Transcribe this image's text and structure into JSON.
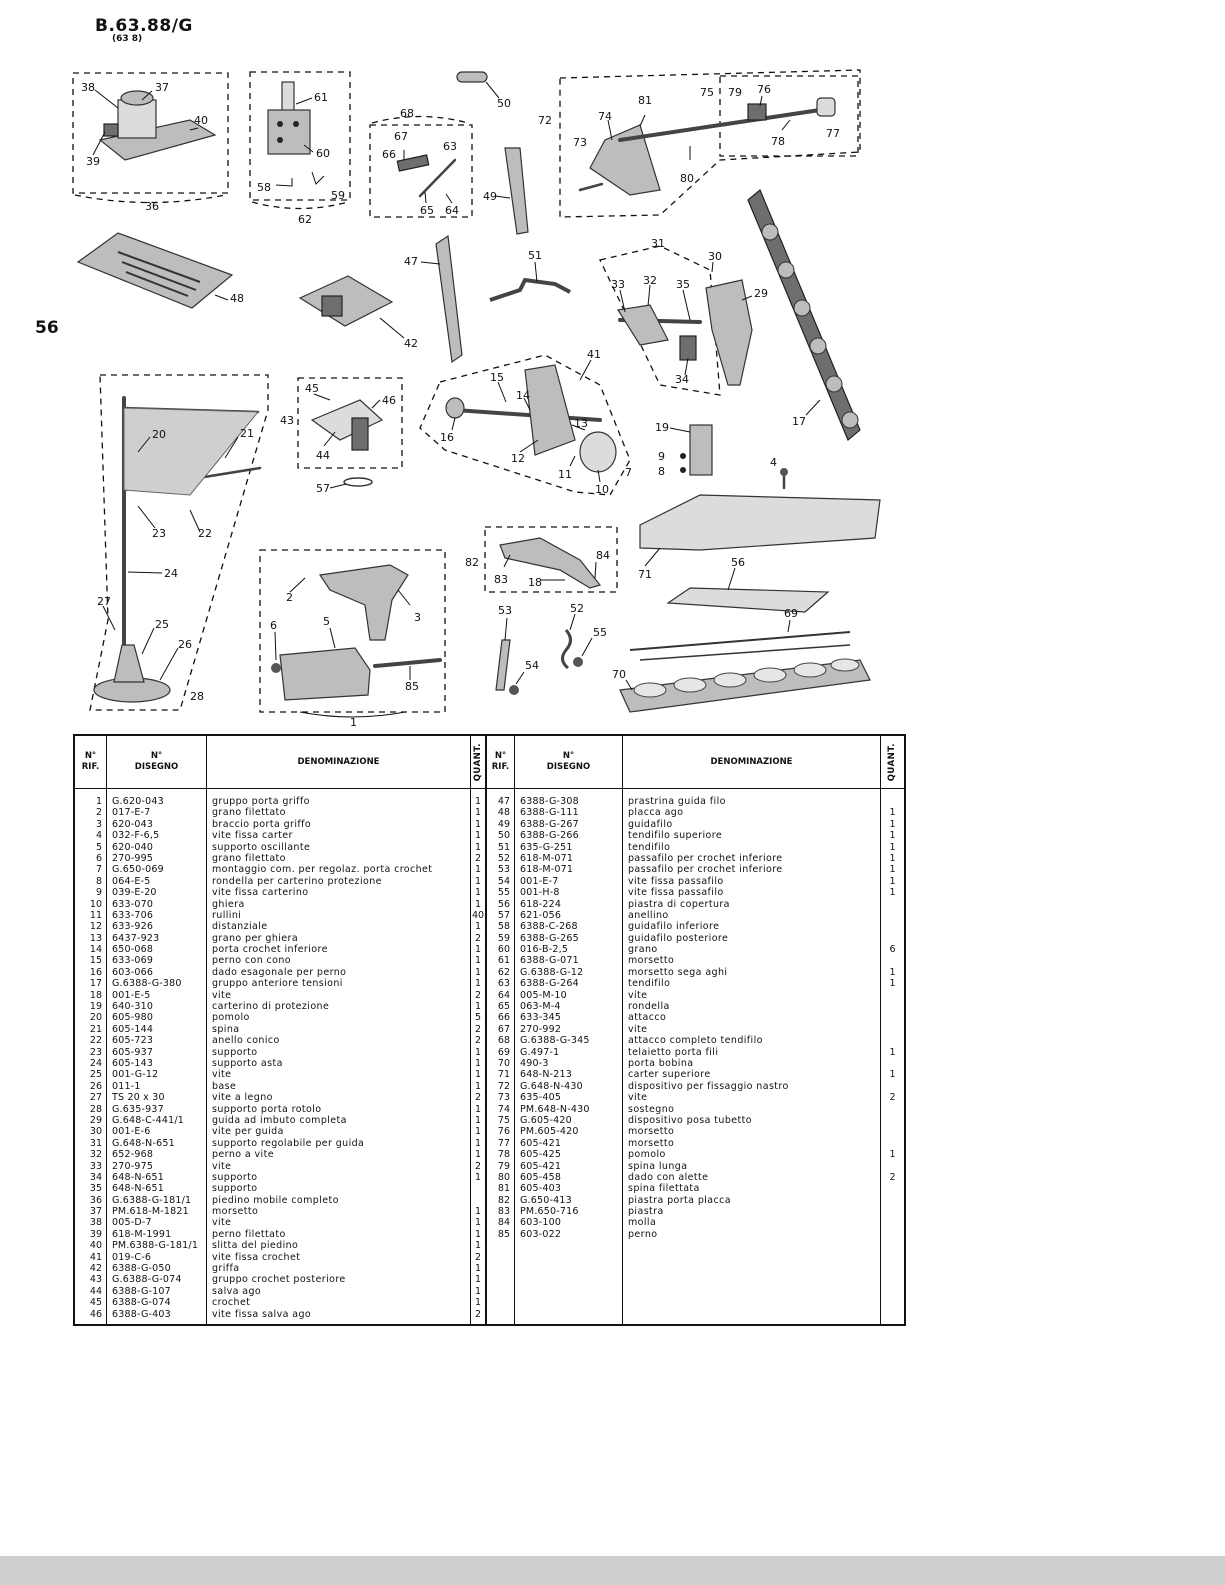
{
  "header": {
    "code": "B.63.88/G",
    "sub": "(63 8)"
  },
  "page_number": "56",
  "callouts": {
    "c1": "1",
    "c2": "2",
    "c3": "3",
    "c4": "4",
    "c5": "5",
    "c6": "6",
    "c7": "7",
    "c8": "8",
    "c9": "9",
    "c10": "10",
    "c11": "11",
    "c12": "12",
    "c13": "13",
    "c14": "14",
    "c15": "15",
    "c16": "16",
    "c17": "17",
    "c18": "18",
    "c19": "19",
    "c20": "20",
    "c21": "21",
    "c22": "22",
    "c23": "23",
    "c24": "24",
    "c25": "25",
    "c26": "26",
    "c27": "27",
    "c28": "28",
    "c29": "29",
    "c30": "30",
    "c31": "31",
    "c32": "32",
    "c33": "33",
    "c34": "34",
    "c35": "35",
    "c36": "36",
    "c37": "37",
    "c38": "38",
    "c39": "39",
    "c40": "40",
    "c41": "41",
    "c42": "42",
    "c43": "43",
    "c44": "44",
    "c45": "45",
    "c46": "46",
    "c47": "47",
    "c48": "48",
    "c49": "49",
    "c50": "50",
    "c51": "51",
    "c52": "52",
    "c53": "53",
    "c54": "54",
    "c55": "55",
    "c56": "56",
    "c57": "57",
    "c58": "58",
    "c59": "59",
    "c60": "60",
    "c61": "61",
    "c62": "62",
    "c63": "63",
    "c64": "64",
    "c65": "65",
    "c66": "66",
    "c67": "67",
    "c68": "68",
    "c69": "69",
    "c70": "70",
    "c71": "71",
    "c72": "72",
    "c73": "73",
    "c74": "74",
    "c75": "75",
    "c76": "76",
    "c77": "77",
    "c78": "78",
    "c79": "79",
    "c80": "80",
    "c81": "81",
    "c82": "82",
    "c83": "83",
    "c84": "84",
    "c85": "85"
  },
  "table": {
    "headers": {
      "rif": "N°\nRIF.",
      "disegno": "N°\nDISEGNO",
      "denominazione": "DENOMINAZIONE",
      "quant": "QUANT.",
      "quant2": "QUANT."
    },
    "left_rows": [
      {
        "rif": "1",
        "code": "G.620-043",
        "desc": "gruppo porta griffo",
        "qty": "1"
      },
      {
        "rif": "2",
        "code": "017-E-7",
        "desc": "grano filettato",
        "qty": "1"
      },
      {
        "rif": "3",
        "code": "620-043",
        "desc": "braccio porta griffo",
        "qty": "1"
      },
      {
        "rif": "4",
        "code": "032-F-6,5",
        "desc": "vite fissa carter",
        "qty": "1"
      },
      {
        "rif": "5",
        "code": "620-040",
        "desc": "supporto oscillante",
        "qty": "1"
      },
      {
        "rif": "6",
        "code": "270-995",
        "desc": "grano filettato",
        "qty": "2"
      },
      {
        "rif": "7",
        "code": "G.650-069",
        "desc": "montaggio com. per regolaz. porta crochet",
        "qty": "1"
      },
      {
        "rif": "8",
        "code": "064-E-5",
        "desc": "rondella per carterino protezione",
        "qty": "1"
      },
      {
        "rif": "9",
        "code": "039-E-20",
        "desc": "vite fissa carterino",
        "qty": "1"
      },
      {
        "rif": "10",
        "code": "633-070",
        "desc": "ghiera",
        "qty": "1"
      },
      {
        "rif": "11",
        "code": "633-706",
        "desc": "rullini",
        "qty": "40"
      },
      {
        "rif": "12",
        "code": "633-926",
        "desc": "distanziale",
        "qty": "1"
      },
      {
        "rif": "13",
        "code": "6437-923",
        "desc": "grano per ghiera",
        "qty": "2"
      },
      {
        "rif": "14",
        "code": "650-068",
        "desc": "porta crochet inferiore",
        "qty": "1"
      },
      {
        "rif": "15",
        "code": "633-069",
        "desc": "perno con cono",
        "qty": "1"
      },
      {
        "rif": "16",
        "code": "603-066",
        "desc": "dado esagonale per perno",
        "qty": "1"
      },
      {
        "rif": "17",
        "code": "G.6388-G-380",
        "desc": "gruppo anteriore tensioni",
        "qty": "1"
      },
      {
        "rif": "18",
        "code": "001-E-5",
        "desc": "vite",
        "qty": "2"
      },
      {
        "rif": "19",
        "code": "640-310",
        "desc": "carterino di protezione",
        "qty": "1"
      },
      {
        "rif": "20",
        "code": "605-980",
        "desc": "pomolo",
        "qty": "5"
      },
      {
        "rif": "21",
        "code": "605-144",
        "desc": "spina",
        "qty": "2"
      },
      {
        "rif": "22",
        "code": "605-723",
        "desc": "anello conico",
        "qty": "2"
      },
      {
        "rif": "23",
        "code": "605-937",
        "desc": "supporto",
        "qty": "1"
      },
      {
        "rif": "24",
        "code": "605-143",
        "desc": "supporto asta",
        "qty": "1"
      },
      {
        "rif": "25",
        "code": "001-G-12",
        "desc": "vite",
        "qty": "1"
      },
      {
        "rif": "26",
        "code": "011-1",
        "desc": "base",
        "qty": "1"
      },
      {
        "rif": "27",
        "code": "TS 20 x 30",
        "desc": "vite a legno",
        "qty": "2"
      },
      {
        "rif": "28",
        "code": "G.635-937",
        "desc": "supporto porta rotolo",
        "qty": "1"
      },
      {
        "rif": "29",
        "code": "G.648-C-441/1",
        "desc": "guida ad imbuto completa",
        "qty": "1"
      },
      {
        "rif": "30",
        "code": "001-E-6",
        "desc": "vite per guida",
        "qty": "1"
      },
      {
        "rif": "31",
        "code": "G.648-N-651",
        "desc": "supporto regolabile per guida",
        "qty": "1"
      },
      {
        "rif": "32",
        "code": "652-968",
        "desc": "perno a vite",
        "qty": "1"
      },
      {
        "rif": "33",
        "code": "270-975",
        "desc": "vite",
        "qty": "2"
      },
      {
        "rif": "34",
        "code": "648-N-651",
        "desc": "supporto",
        "qty": "1"
      },
      {
        "rif": "35",
        "code": "648-N-651",
        "desc": "supporto",
        "qty": ""
      },
      {
        "rif": "36",
        "code": "G.6388-G-181/1",
        "desc": "piedino mobile completo",
        "qty": ""
      },
      {
        "rif": "37",
        "code": "PM.618-M-1821",
        "desc": "morsetto",
        "qty": "1"
      },
      {
        "rif": "38",
        "code": "005-D-7",
        "desc": "vite",
        "qty": "1"
      },
      {
        "rif": "39",
        "code": "618-M-1991",
        "desc": "perno filettato",
        "qty": "1"
      },
      {
        "rif": "40",
        "code": "PM.6388-G-181/1",
        "desc": "slitta del piedino",
        "qty": "1"
      },
      {
        "rif": "41",
        "code": "019-C-6",
        "desc": "vite fissa crochet",
        "qty": "2"
      },
      {
        "rif": "42",
        "code": "6388-G-050",
        "desc": "griffa",
        "qty": "1"
      },
      {
        "rif": "43",
        "code": "G.6388-G-074",
        "desc": "gruppo crochet posteriore",
        "qty": "1"
      },
      {
        "rif": "44",
        "code": "6388-G-107",
        "desc": "salva ago",
        "qty": "1"
      },
      {
        "rif": "45",
        "code": "6388-G-074",
        "desc": "crochet",
        "qty": "1"
      },
      {
        "rif": "46",
        "code": "6388-G-403",
        "desc": "vite fissa salva ago",
        "qty": "2"
      }
    ],
    "right_rows": [
      {
        "rif": "47",
        "code": "6388-G-308",
        "desc": "prastrina guida filo",
        "qty": ""
      },
      {
        "rif": "48",
        "code": "6388-G-111",
        "desc": "placca ago",
        "qty": "1"
      },
      {
        "rif": "49",
        "code": "6388-G-267",
        "desc": "guidafilo",
        "qty": "1"
      },
      {
        "rif": "50",
        "code": "6388-G-266",
        "desc": "tendifilo superiore",
        "qty": "1"
      },
      {
        "rif": "51",
        "code": "635-G-251",
        "desc": "tendifilo",
        "qty": "1"
      },
      {
        "rif": "52",
        "code": "618-M-071",
        "desc": "passafilo per crochet inferiore",
        "qty": "1"
      },
      {
        "rif": "53",
        "code": "618-M-071",
        "desc": "passafilo per crochet inferiore",
        "qty": "1"
      },
      {
        "rif": "54",
        "code": "001-E-7",
        "desc": "vite fissa passafilo",
        "qty": "1"
      },
      {
        "rif": "55",
        "code": "001-H-8",
        "desc": "vite fissa passafilo",
        "qty": "1"
      },
      {
        "rif": "56",
        "code": "618-224",
        "desc": "piastra di copertura",
        "qty": ""
      },
      {
        "rif": "57",
        "code": "621-056",
        "desc": "anellino",
        "qty": ""
      },
      {
        "rif": "58",
        "code": "6388-C-268",
        "desc": "guidafilo inferiore",
        "qty": ""
      },
      {
        "rif": "59",
        "code": "6388-G-265",
        "desc": "guidafilo posteriore",
        "qty": ""
      },
      {
        "rif": "60",
        "code": "016-B-2,5",
        "desc": "grano",
        "qty": "6"
      },
      {
        "rif": "61",
        "code": "6388-G-071",
        "desc": "morsetto",
        "qty": ""
      },
      {
        "rif": "62",
        "code": "G.6388-G-12",
        "desc": "morsetto sega aghi",
        "qty": "1"
      },
      {
        "rif": "63",
        "code": "6388-G-264",
        "desc": "tendifilo",
        "qty": "1"
      },
      {
        "rif": "64",
        "code": "005-M-10",
        "desc": "vite",
        "qty": ""
      },
      {
        "rif": "65",
        "code": "063-M-4",
        "desc": "rondella",
        "qty": ""
      },
      {
        "rif": "66",
        "code": "633-345",
        "desc": "attacco",
        "qty": ""
      },
      {
        "rif": "67",
        "code": "270-992",
        "desc": "vite",
        "qty": ""
      },
      {
        "rif": "68",
        "code": "G.6388-G-345",
        "desc": "attacco completo tendifilo",
        "qty": ""
      },
      {
        "rif": "69",
        "code": "G.497-1",
        "desc": "telaietto porta fili",
        "qty": "1"
      },
      {
        "rif": "70",
        "code": "490-3",
        "desc": "porta bobina",
        "qty": ""
      },
      {
        "rif": "71",
        "code": "648-N-213",
        "desc": "carter superiore",
        "qty": "1"
      },
      {
        "rif": "72",
        "code": "G.648-N-430",
        "desc": "dispositivo per fissaggio nastro",
        "qty": ""
      },
      {
        "rif": "73",
        "code": "635-405",
        "desc": "vite",
        "qty": "2"
      },
      {
        "rif": "74",
        "code": "PM.648-N-430",
        "desc": "sostegno",
        "qty": ""
      },
      {
        "rif": "75",
        "code": "G.605-420",
        "desc": "dispositivo posa tubetto",
        "qty": ""
      },
      {
        "rif": "76",
        "code": "PM.605-420",
        "desc": "morsetto",
        "qty": ""
      },
      {
        "rif": "77",
        "code": "605-421",
        "desc": "morsetto",
        "qty": ""
      },
      {
        "rif": "78",
        "code": "605-425",
        "desc": "pomolo",
        "qty": "1"
      },
      {
        "rif": "79",
        "code": "605-421",
        "desc": "spina lunga",
        "qty": ""
      },
      {
        "rif": "80",
        "code": "605-458",
        "desc": "dado con alette",
        "qty": "2"
      },
      {
        "rif": "81",
        "code": "605-403",
        "desc": "spina filettata",
        "qty": ""
      },
      {
        "rif": "82",
        "code": "G.650-413",
        "desc": "piastra porta placca",
        "qty": ""
      },
      {
        "rif": "83",
        "code": "PM.650-716",
        "desc": "piastra",
        "qty": ""
      },
      {
        "rif": "84",
        "code": "603-100",
        "desc": "molla",
        "qty": ""
      },
      {
        "rif": "85",
        "code": "603-022",
        "desc": "perno",
        "qty": ""
      }
    ]
  }
}
